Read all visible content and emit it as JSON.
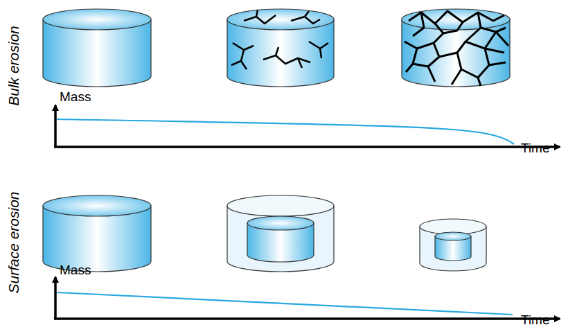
{
  "diagram": {
    "labels": [
      "Bulk erosion",
      "Mass",
      "Time",
      "Surface erosion",
      "Mass",
      "Time"
    ]
  }
}
